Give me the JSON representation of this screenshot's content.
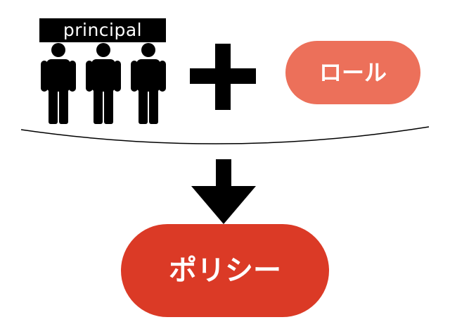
{
  "principal": {
    "label": "principal",
    "icon": "person-icon",
    "count": 3
  },
  "operator": {
    "icon": "plus-icon"
  },
  "role": {
    "label": "ロール",
    "color": "#ec705a"
  },
  "flow": {
    "icon": "arrow-down-icon"
  },
  "policy": {
    "label": "ポリシー",
    "color": "#db3a26"
  }
}
